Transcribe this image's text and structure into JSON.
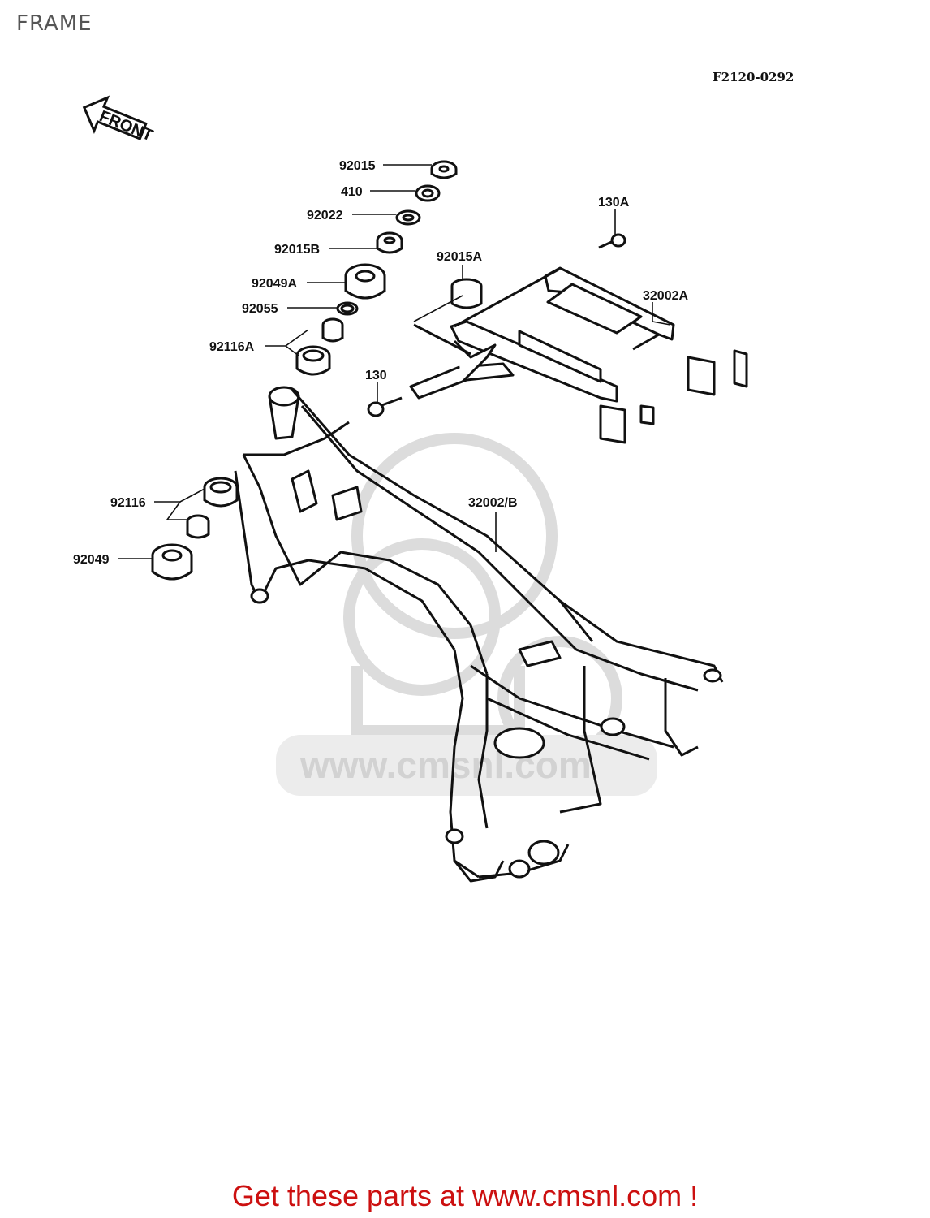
{
  "title": "FRAME",
  "diagram_code": "F2120-0292",
  "front_label": "FRONT",
  "watermark": "www.cmsnl.com",
  "footer": "Get these parts at www.cmsnl.com !",
  "parts": [
    {
      "id": "92015",
      "label": "92015"
    },
    {
      "id": "410",
      "label": "410"
    },
    {
      "id": "92022",
      "label": "92022"
    },
    {
      "id": "92015B",
      "label": "92015B"
    },
    {
      "id": "92049A",
      "label": "92049A"
    },
    {
      "id": "92055",
      "label": "92055"
    },
    {
      "id": "92116A",
      "label": "92116A"
    },
    {
      "id": "130A",
      "label": "130A"
    },
    {
      "id": "92015A",
      "label": "92015A"
    },
    {
      "id": "32002A",
      "label": "32002A"
    },
    {
      "id": "130",
      "label": "130"
    },
    {
      "id": "92116",
      "label": "92116"
    },
    {
      "id": "32002/B",
      "label": "32002/B"
    },
    {
      "id": "92049",
      "label": "92049"
    }
  ]
}
